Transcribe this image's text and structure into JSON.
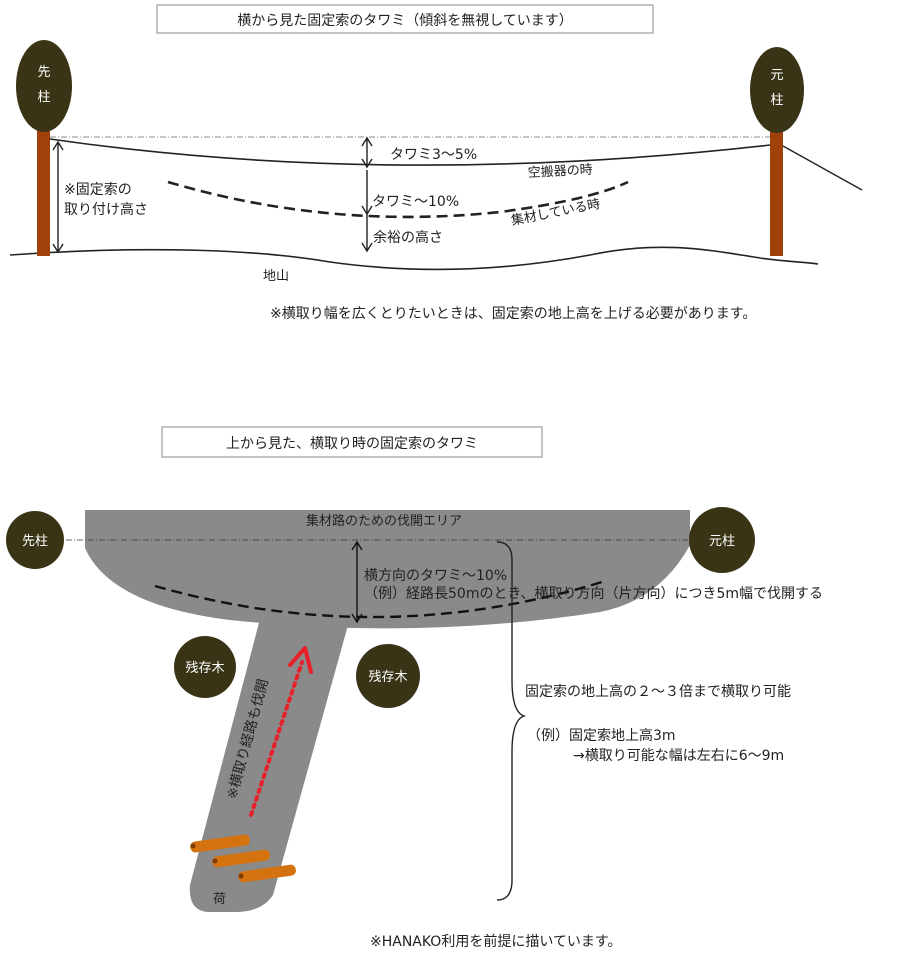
{
  "side_view": {
    "title": "横から見た固定索のタワミ（傾斜を無視しています）",
    "left_pole": {
      "line1": "先",
      "line2": "柱"
    },
    "right_pole": {
      "line1": "元",
      "line2": "柱"
    },
    "height_label_line1": "※固定索の",
    "height_label_line2": "取り付け高さ",
    "sag_empty": "タワミ3～5%",
    "empty_label": "空搬器の時",
    "sag_loaded": "タワミ～10%",
    "loaded_label": "集材している時",
    "clearance": "余裕の高さ",
    "ground": "地山",
    "note": "※横取り幅を広くとりたいときは、固定索の地上高を上げる必要があります。"
  },
  "top_view": {
    "title": "上から見た、横取り時の固定索のタワミ",
    "left_pole": "先柱",
    "right_pole": "元柱",
    "area_label": "集材路のための伐開エリア",
    "lateral_sag": "横方向のタワミ～10%",
    "example_line": "（例）経路長50mのとき、横取り方向（片方向）につき5m幅で伐開する",
    "tree_left": "残存木",
    "tree_right": "残存木",
    "path_label": "※横取り経路も伐開",
    "cargo": "荷",
    "range_line1": "固定索の地上高の２～３倍まで横取り可能",
    "range_line2": "（例）固定索地上高3m",
    "range_line3": "→横取り可能な幅は左右に6～9m",
    "footer": "※HANAKO利用を前提に描いています。"
  },
  "colors": {
    "pole_crown": "#3a3417",
    "trunk": "#a0410c",
    "area_gray": "#8a8a8a",
    "log": "#d4720f",
    "arrow": "#e8202a"
  }
}
